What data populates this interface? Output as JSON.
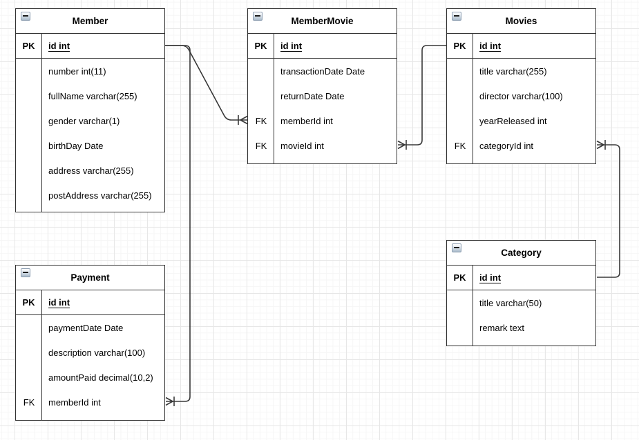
{
  "diagram": {
    "tables": [
      {
        "name": "Member",
        "pk": {
          "key": "PK",
          "field": "id int"
        },
        "fields": [
          {
            "key": "",
            "text": "number int(11)"
          },
          {
            "key": "",
            "text": "fullName varchar(255)"
          },
          {
            "key": "",
            "text": "gender varchar(1)"
          },
          {
            "key": "",
            "text": "birthDay Date"
          },
          {
            "key": "",
            "text": "address varchar(255)"
          },
          {
            "key": "",
            "text": "postAddress varchar(255)"
          }
        ]
      },
      {
        "name": "MemberMovie",
        "pk": {
          "key": "PK",
          "field": "id int"
        },
        "fields": [
          {
            "key": "",
            "text": "transactionDate Date"
          },
          {
            "key": "",
            "text": "returnDate Date"
          },
          {
            "key": "FK",
            "text": "memberId int"
          },
          {
            "key": "FK",
            "text": "movieId int"
          }
        ]
      },
      {
        "name": "Movies",
        "pk": {
          "key": "PK",
          "field": "id int"
        },
        "fields": [
          {
            "key": "",
            "text": "title varchar(255)"
          },
          {
            "key": "",
            "text": "director varchar(100)"
          },
          {
            "key": "",
            "text": "yearReleased int"
          },
          {
            "key": "FK",
            "text": "categoryId int"
          }
        ]
      },
      {
        "name": "Payment",
        "pk": {
          "key": "PK",
          "field": "id int"
        },
        "fields": [
          {
            "key": "",
            "text": "paymentDate Date"
          },
          {
            "key": "",
            "text": "description varchar(100)"
          },
          {
            "key": "",
            "text": "amountPaid decimal(10,2)"
          },
          {
            "key": "FK",
            "text": "memberId int"
          }
        ]
      },
      {
        "name": "Category",
        "pk": {
          "key": "PK",
          "field": "id int"
        },
        "fields": [
          {
            "key": "",
            "text": "title varchar(50)"
          },
          {
            "key": "",
            "text": "remark text"
          }
        ]
      }
    ],
    "connections": [
      {
        "from": "Member.id",
        "to": "MemberMovie.memberId",
        "cardinality": "one-to-many"
      },
      {
        "from": "Member.id",
        "to": "Payment.memberId",
        "cardinality": "one-to-many"
      },
      {
        "from": "Movies.id",
        "to": "MemberMovie.movieId",
        "cardinality": "one-to-many"
      },
      {
        "from": "Category.id",
        "to": "Movies.categoryId",
        "cardinality": "one-to-many"
      }
    ],
    "colors": {
      "stroke": "#383838",
      "grid_major": "#e7e7e7",
      "grid_minor": "#f6f6f6",
      "background": "#ffffff"
    }
  }
}
